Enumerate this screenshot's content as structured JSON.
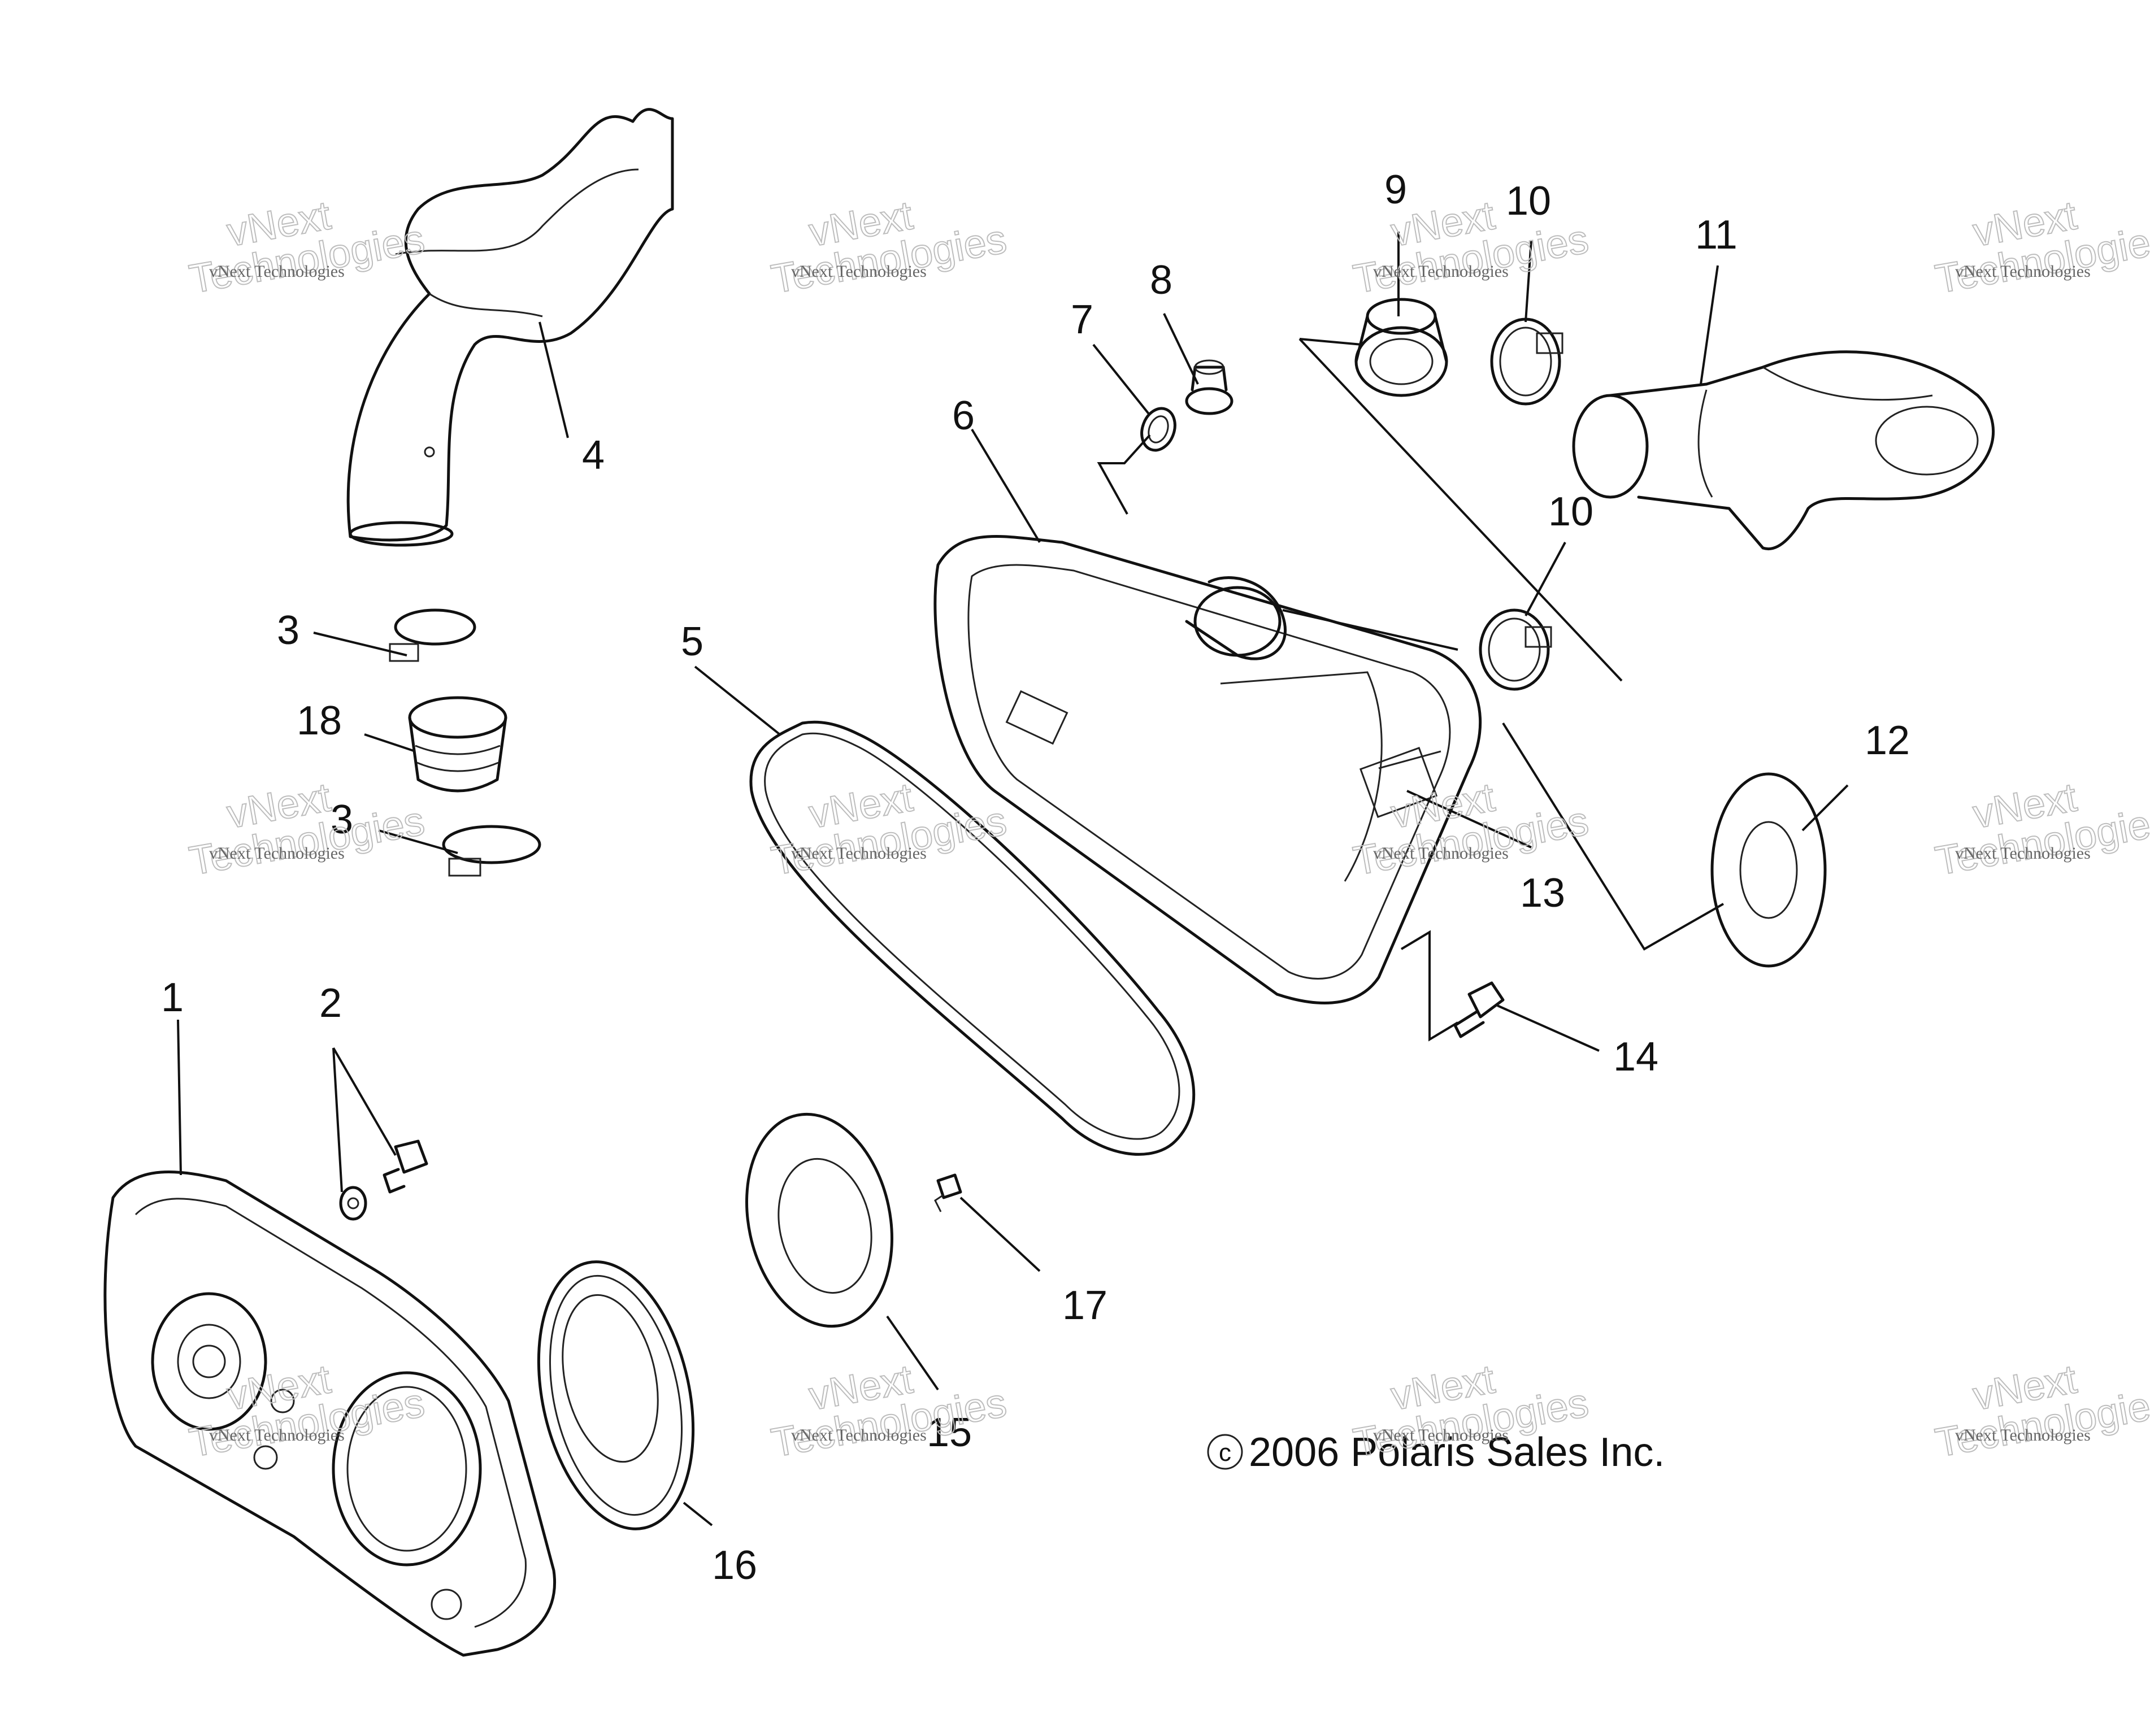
{
  "callouts": [
    "1",
    "2",
    "3",
    "3",
    "4",
    "5",
    "6",
    "7",
    "8",
    "9",
    "10",
    "10",
    "11",
    "12",
    "13",
    "14",
    "15",
    "16",
    "17",
    "18"
  ],
  "copyright": "2006 Polaris Sales Inc.",
  "copyright_symbol": "c",
  "watermark": {
    "line1": "vNext",
    "line2": "Technologies",
    "full": "vNext Technologies"
  }
}
